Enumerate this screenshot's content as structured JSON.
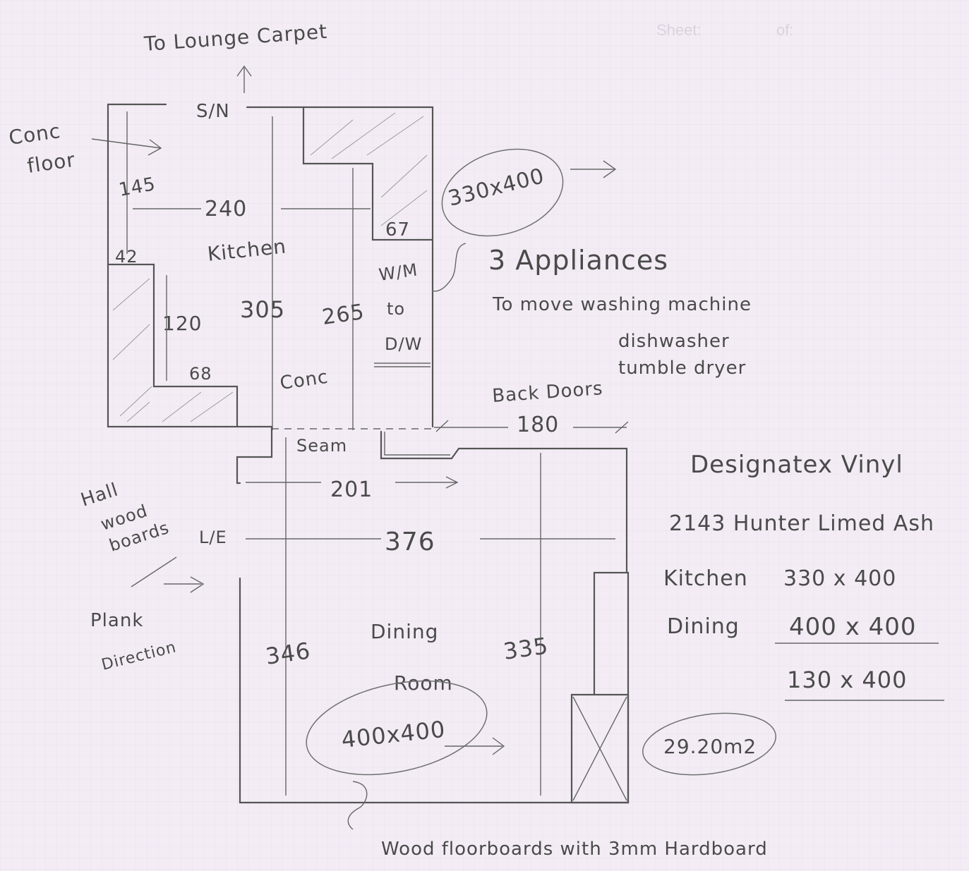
{
  "sheet_header": {
    "sheet_label": "Sheet:",
    "of_label": "of:"
  },
  "top_note": "To Lounge Carpet",
  "sin_label": "S/N",
  "conc_floor": [
    "Conc",
    "floor"
  ],
  "kitchen": {
    "label": "Kitchen",
    "dims": {
      "d145": "145",
      "d240": "240",
      "d67": "67",
      "d42": "42",
      "d305": "305",
      "d265": "265",
      "d120": "120",
      "d68": "68"
    },
    "conc": "Conc",
    "wm_to_dw": [
      "W/M",
      "to",
      "D/W"
    ],
    "size_oval": "330x400"
  },
  "appliances": {
    "title": "3 Appliances",
    "lines": [
      "To move washing machine",
      "dishwasher",
      "tumble dryer"
    ]
  },
  "back_doors": {
    "label": "Back Doors",
    "width": "180"
  },
  "seam_label": "Seam",
  "dining": {
    "d201": "201",
    "d376": "376",
    "d346": "346",
    "d335": "335",
    "label": [
      "Dining",
      "Room"
    ],
    "size_oval": "400x400"
  },
  "hall_note": [
    "Hall",
    "wood",
    "boards",
    "L/E"
  ],
  "plank_note": [
    "Plank",
    "Direction"
  ],
  "bottom_note": "Wood floorboards with 3mm Hardboard",
  "spec": {
    "product": "Designatex Vinyl",
    "code": "2143 Hunter Limed Ash",
    "rows": [
      {
        "room": "Kitchen",
        "size": "330 x 400"
      },
      {
        "room": "Dining",
        "size": "400 x 400"
      },
      {
        "room": "",
        "size": "130 x 400"
      }
    ],
    "total": "29.20m2"
  },
  "colors": {
    "paper": "#f3ecf5",
    "pencil": "#4a4a4a",
    "grid": "#e6dde9"
  }
}
